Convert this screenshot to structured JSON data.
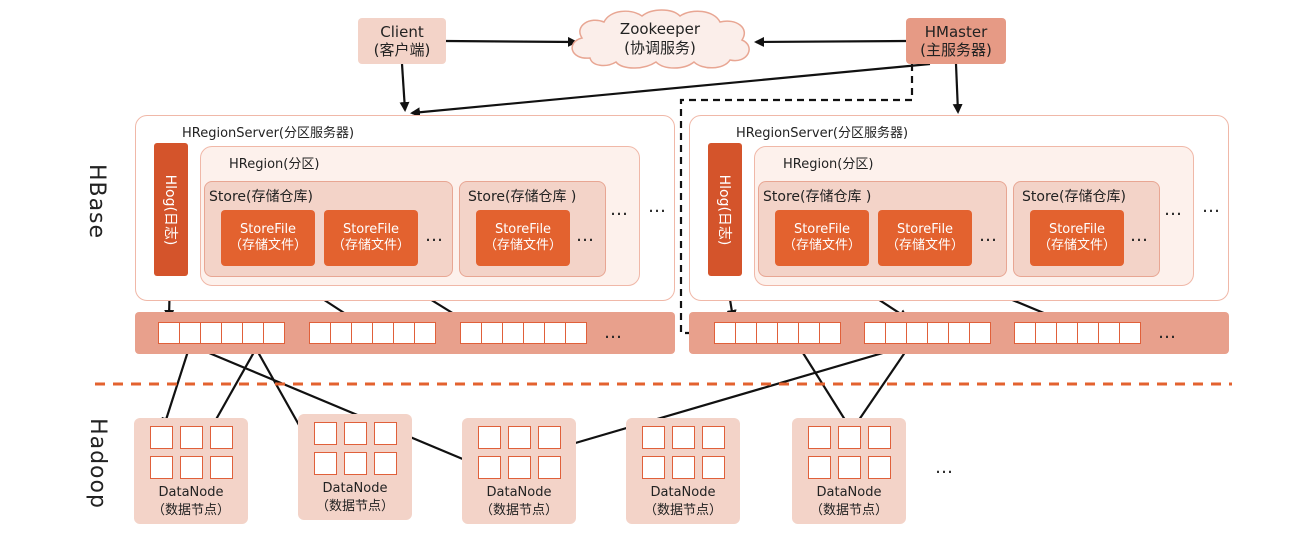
{
  "client": {
    "line1": "Client",
    "line2": "(客户端)"
  },
  "zookeeper": {
    "line1": "Zookeeper",
    "line2": "(协调服务)"
  },
  "hmaster": {
    "line1": "HMaster",
    "line2": "(主服务器)"
  },
  "hbase_label": "HBase",
  "hadoop_label": "Hadoop",
  "region_server_title": "HRegionServer(分区服务器)",
  "region_title": "HRegion(分区)",
  "store_title_1": "Store(存储仓库)",
  "store_title_2": "Store(存储仓库 )",
  "store_title_3": "Store(存储仓库)",
  "store_file": {
    "line1": "StoreFile",
    "line2": "（存储文件）"
  },
  "hlog": "Hlog(日志)",
  "ellipsis": "…",
  "ellipsis_small": "…",
  "datanode": {
    "line1": "DataNode",
    "line2": "（数据节点）"
  },
  "colors": {
    "accent": "#e3622f",
    "light": "#f3d3c8",
    "medium": "#e8a08c",
    "dark": "#d4542b"
  }
}
